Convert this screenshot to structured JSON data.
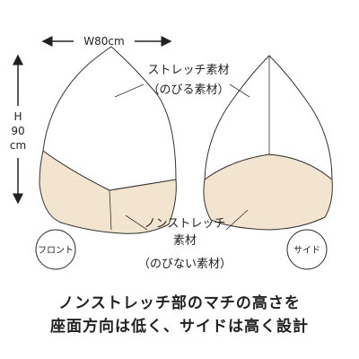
{
  "dimensions": {
    "width_label": "W80cm",
    "height_label_h": "H",
    "height_label_num": "90",
    "height_label_unit": "cm"
  },
  "materials": {
    "stretch_line1": "ストレッチ素材",
    "stretch_line2": "（のびる素材）",
    "nonstretch_line1": "ノンストレッチ",
    "nonstretch_line2": "素材",
    "nonstretch_line3": "（のびない素材）"
  },
  "views": {
    "front_label": "フロント",
    "side_label": "サイド"
  },
  "caption": {
    "line1": "ノンストレッチ部のマチの高さを",
    "line2": "座面方向は低く、サイドは高く設計"
  },
  "colors": {
    "nonstretch_fill": "#f3e4cf",
    "outline": "#333333",
    "background": "#ffffff"
  }
}
